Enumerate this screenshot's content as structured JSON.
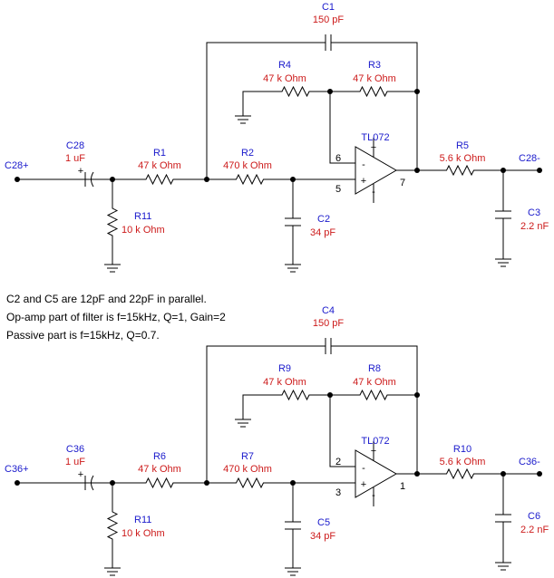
{
  "circuits": [
    {
      "input_label": "C28+",
      "output_label": "C28-",
      "opamp": {
        "ref": "TL072",
        "pin_neg": "6",
        "pin_pos": "5",
        "pin_out": "7"
      },
      "cin": {
        "ref": "C28",
        "value": "1 uF"
      },
      "rshunt": {
        "ref": "R11",
        "value": "10 k Ohm"
      },
      "r_series1": {
        "ref": "R1",
        "value": "47 k Ohm"
      },
      "r_series2": {
        "ref": "R2",
        "value": "470 k Ohm"
      },
      "c_ground": {
        "ref": "C2",
        "value": "34 pF"
      },
      "c_feedback": {
        "ref": "C1",
        "value": "150 pF"
      },
      "r_gain_ground": {
        "ref": "R4",
        "value": "47 k Ohm"
      },
      "r_gain_feedback": {
        "ref": "R3",
        "value": "47 k Ohm"
      },
      "r_out": {
        "ref": "R5",
        "value": "5.6 k Ohm"
      },
      "c_out": {
        "ref": "C3",
        "value": "2.2 nF"
      }
    },
    {
      "input_label": "C36+",
      "output_label": "C36-",
      "opamp": {
        "ref": "TL072",
        "pin_neg": "2",
        "pin_pos": "3",
        "pin_out": "1"
      },
      "cin": {
        "ref": "C36",
        "value": "1 uF"
      },
      "rshunt": {
        "ref": "R11",
        "value": "10 k Ohm"
      },
      "r_series1": {
        "ref": "R6",
        "value": "47 k Ohm"
      },
      "r_series2": {
        "ref": "R7",
        "value": "470 k Ohm"
      },
      "c_ground": {
        "ref": "C5",
        "value": "34 pF"
      },
      "c_feedback": {
        "ref": "C4",
        "value": "150 pF"
      },
      "r_gain_ground": {
        "ref": "R9",
        "value": "47 k Ohm"
      },
      "r_gain_feedback": {
        "ref": "R8",
        "value": "47 k Ohm"
      },
      "r_out": {
        "ref": "R10",
        "value": "5.6 k Ohm"
      },
      "c_out": {
        "ref": "C6",
        "value": "2.2 nF"
      }
    }
  ],
  "notes": [
    "C2 and C5 are 12pF and 22pF in parallel.",
    "Op-amp part of filter is f=15kHz, Q=1, Gain=2",
    "Passive part is f=15kHz, Q=0.7."
  ]
}
